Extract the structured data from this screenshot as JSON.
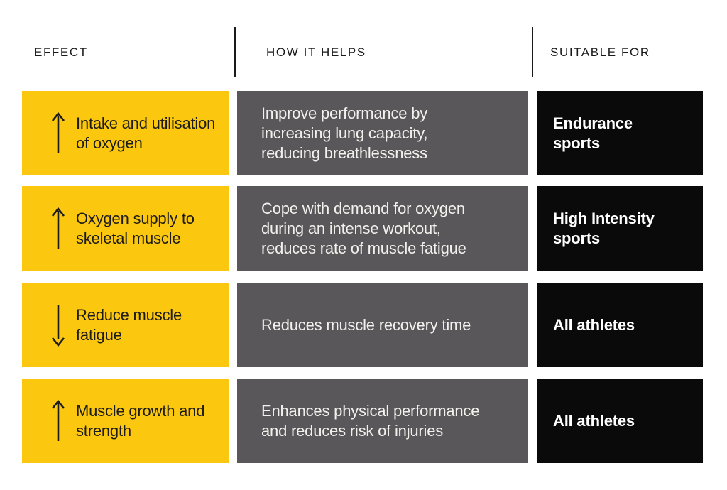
{
  "palette": {
    "yellow": "#FBC70F",
    "gray": "#595759",
    "black": "#0a0a0a",
    "dark_text": "#1d1c1a",
    "light_text": "#F3F1ED",
    "divider": "#1a1a1a",
    "background": "#ffffff"
  },
  "header": {
    "effect": "EFFECT",
    "how": "HOW IT HELPS",
    "suitable": "SUITABLE FOR"
  },
  "rows": [
    {
      "direction": "up",
      "effect": "Intake and utilisation\nof oxygen",
      "how": "Improve performance by\nincreasing lung capacity,\nreducing breathlessness",
      "suitable": "Endurance\nsports"
    },
    {
      "direction": "up",
      "effect": "Oxygen supply to\nskeletal muscle",
      "how": "Cope with demand for oxygen\nduring an intense workout,\nreduces rate of muscle fatigue",
      "suitable": "High Intensity\nsports"
    },
    {
      "direction": "down",
      "effect": "Reduce muscle\nfatigue",
      "how": "Reduces muscle recovery time",
      "suitable": "All athletes"
    },
    {
      "direction": "up",
      "effect": "Muscle growth and\nstrength",
      "how": "Enhances physical performance\nand reduces risk of injuries",
      "suitable": "All athletes"
    }
  ]
}
